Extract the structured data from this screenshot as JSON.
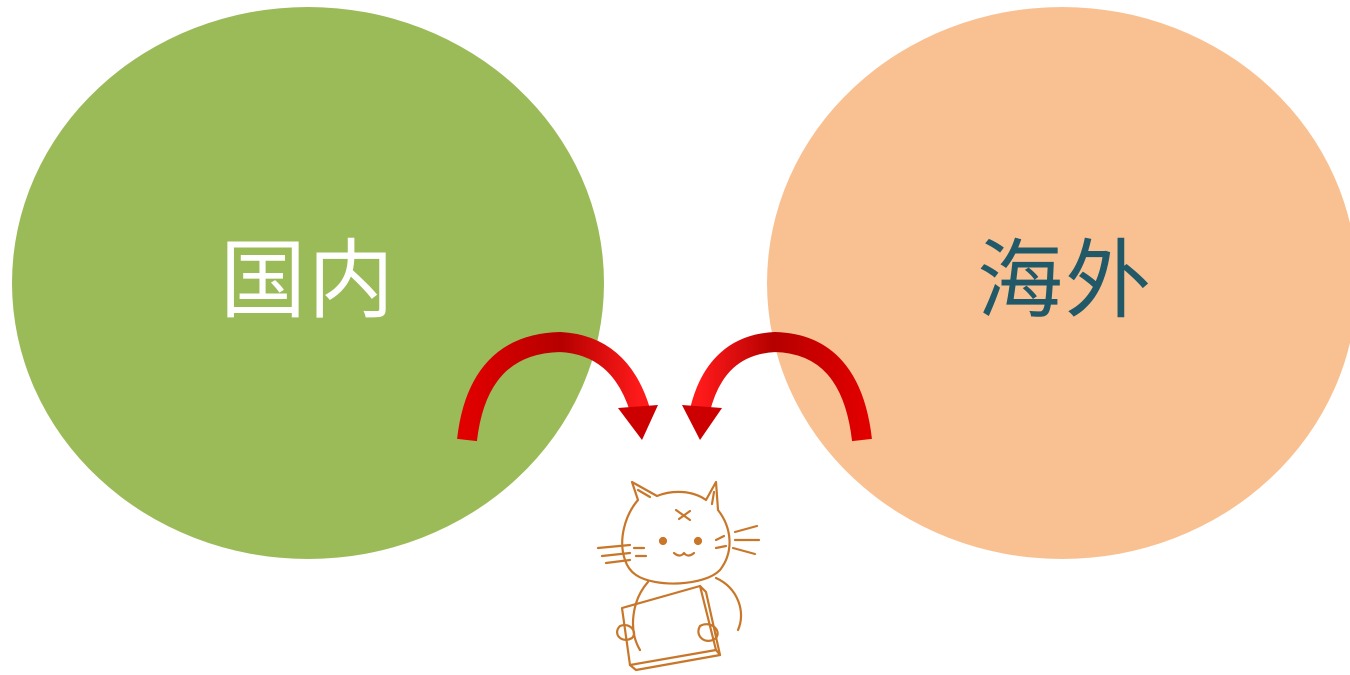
{
  "diagram": {
    "left_circle": {
      "label": "国内",
      "fill": "#9bbb59",
      "text_color": "#ffffff"
    },
    "right_circle": {
      "label": "海外",
      "fill": "#f9c192",
      "text_color": "#215968"
    },
    "arrows": {
      "color": "#cc0000",
      "items": [
        "domestic-to-cat",
        "overseas-to-cat"
      ]
    },
    "cat_illustration": {
      "icon": "cat-holding-book-icon",
      "line_color": "#c8772a"
    }
  }
}
